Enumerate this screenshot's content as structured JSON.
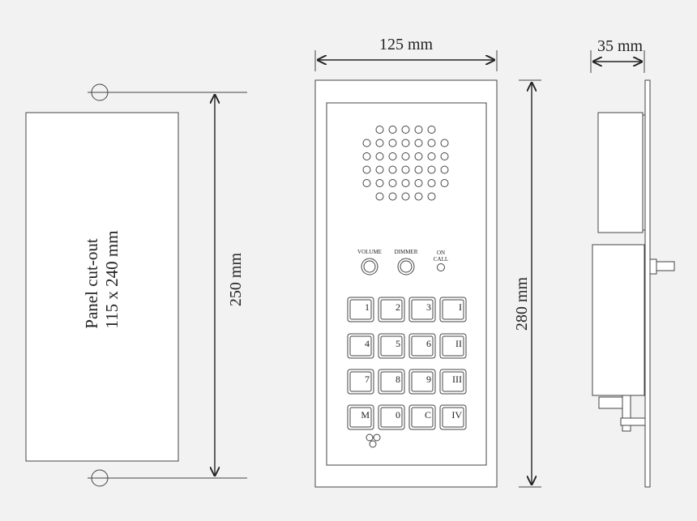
{
  "dimensions": {
    "width": "125 mm",
    "depth": "35 mm",
    "height": "280 mm",
    "cutout_height": "250 mm"
  },
  "cutout": {
    "line1": "Panel cut-out",
    "line2": "115 x 240 mm"
  },
  "controls": {
    "volume": "VOLUME",
    "dimmer": "DIMMER",
    "on_call_1": "ON",
    "on_call_2": "CALL"
  },
  "keypad": [
    [
      "1",
      "2",
      "3",
      "I"
    ],
    [
      "4",
      "5",
      "6",
      "II"
    ],
    [
      "7",
      "8",
      "9",
      "III"
    ],
    [
      "M",
      "0",
      "C",
      "IV"
    ]
  ],
  "colors": {
    "background": "#f2f2f2",
    "line": "#444444",
    "fill": "#ffffff"
  }
}
